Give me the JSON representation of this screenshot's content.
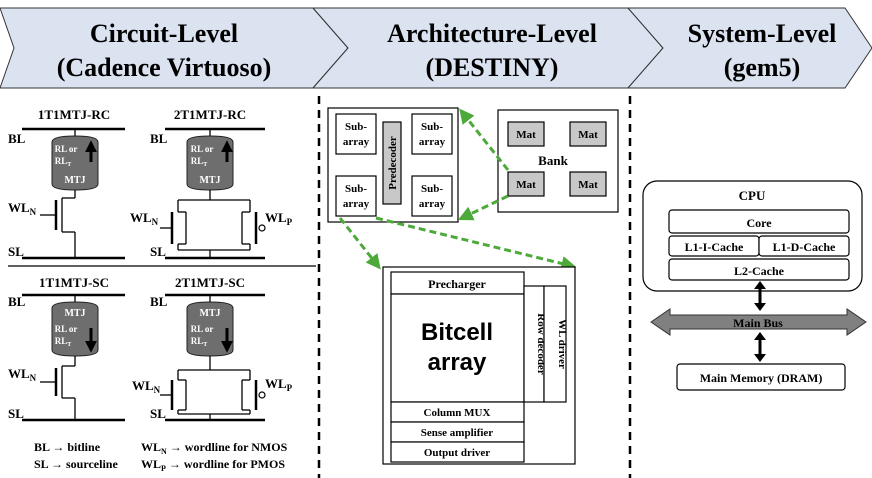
{
  "headers": {
    "circuit_title": "Circuit-Level",
    "circuit_sub": "(Cadence Virtuoso)",
    "arch_title": "Architecture-Level",
    "arch_sub": "(DESTINY)",
    "system_title": "System-Level",
    "system_sub": "(gem5)"
  },
  "circuit": {
    "c1_title": "1T1MTJ-RC",
    "c2_title": "2T1MTJ-RC",
    "c3_title": "1T1MTJ-SC",
    "c4_title": "2T1MTJ-SC",
    "bl": "BL",
    "sl": "SL",
    "wl": "WL",
    "sub_n": "N",
    "sub_p": "P",
    "sub_t": "T",
    "rl": "RL or",
    "rl2": "RL",
    "mtj": "MTJ",
    "legend_bl": "BL → bitline",
    "legend_sl": "SL → sourceline",
    "legend_wln_a": "WL",
    "legend_wln_b": " → wordline for NMOS",
    "legend_wlp_a": "WL",
    "legend_wlp_b": " → wordline for PMOS"
  },
  "arch": {
    "subarray_a": "Sub-",
    "subarray_b": "array",
    "predecoder": "Predecoder",
    "mat": "Mat",
    "bank": "Bank",
    "precharger": "Precharger",
    "bitcell_a": "Bitcell",
    "bitcell_b": "array",
    "row_decoder": "Row decoder",
    "wl_driver": "WL driver",
    "column_mux": "Column MUX",
    "sense_amp": "Sense amplifier",
    "output_driver": "Output driver"
  },
  "system": {
    "cpu": "CPU",
    "core": "Core",
    "l1i": "L1-I-Cache",
    "l1d": "L1-D-Cache",
    "l2": "L2-Cache",
    "main_bus": "Main Bus",
    "main_memory": "Main Memory (DRAM)"
  },
  "colors": {
    "header_fill": "#dbe3f1",
    "mtj_fill": "#6e6e6e",
    "gray_box": "#c8c8c8",
    "bus_fill": "#808080",
    "arrow_green": "#4daa3a"
  }
}
